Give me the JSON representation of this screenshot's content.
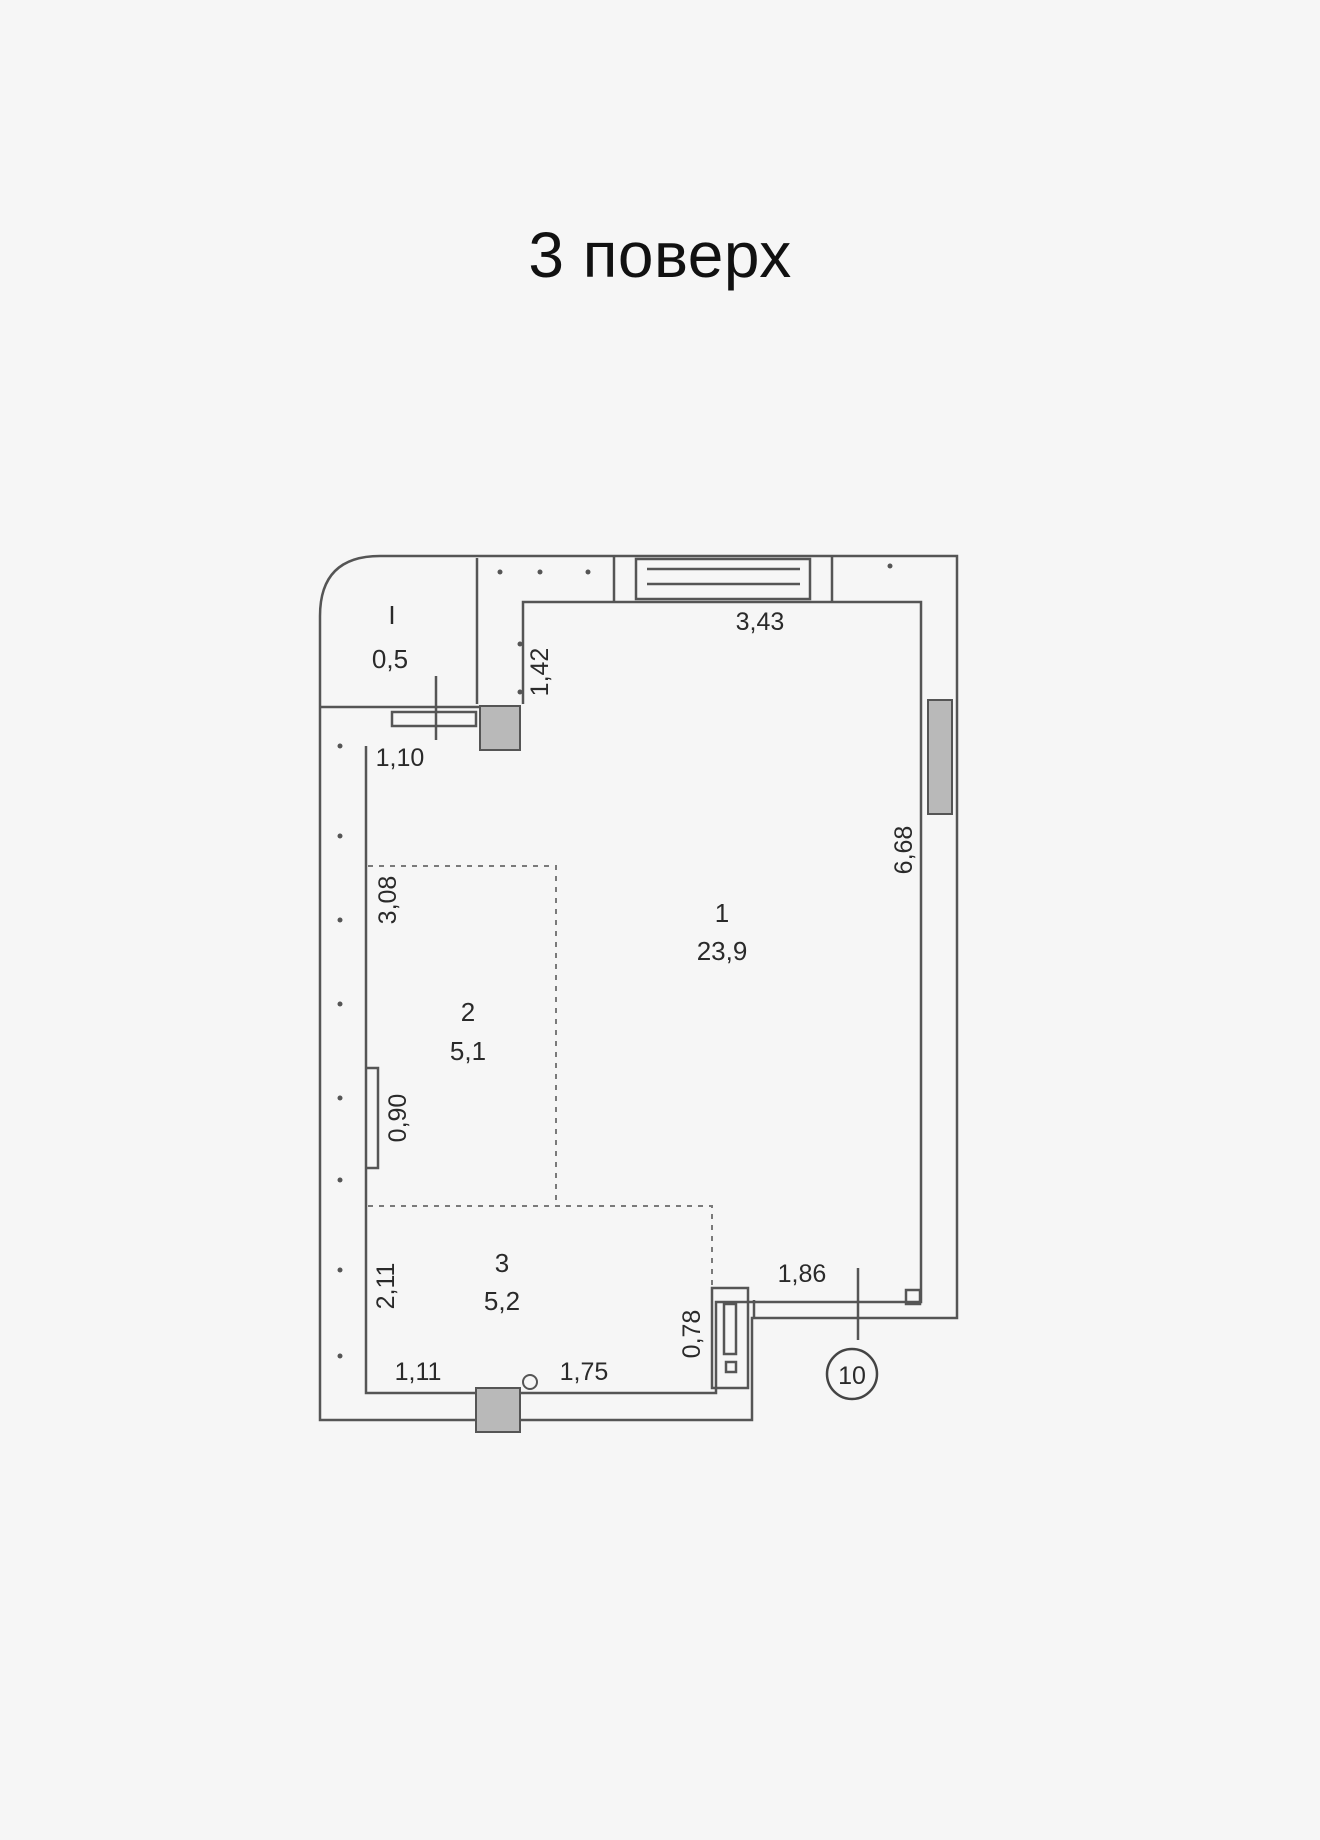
{
  "page": {
    "title": "3 поверх"
  },
  "rooms": [
    {
      "id": "1",
      "area": "23,9"
    },
    {
      "id": "2",
      "area": "5,1"
    },
    {
      "id": "3",
      "area": "5,2"
    },
    {
      "id": "I",
      "area": "0,5"
    }
  ],
  "dimensions": {
    "top_inner": "3,43",
    "entry_wall_top": "1,42",
    "balcony_width": "1,10",
    "right_wall": "6,68",
    "left_upper": "3,08",
    "left_niche": "0,90",
    "left_lower": "2,11",
    "bottom_left": "1,11",
    "bottom_right": "1,75",
    "step_width": "1,86",
    "step_height": "0,78"
  },
  "marker": {
    "label": "10"
  },
  "colors": {
    "background": "#f6f6f6",
    "wall": "#555555",
    "column_fill": "#b9b9b9",
    "dashed": "#7a7a7a"
  }
}
